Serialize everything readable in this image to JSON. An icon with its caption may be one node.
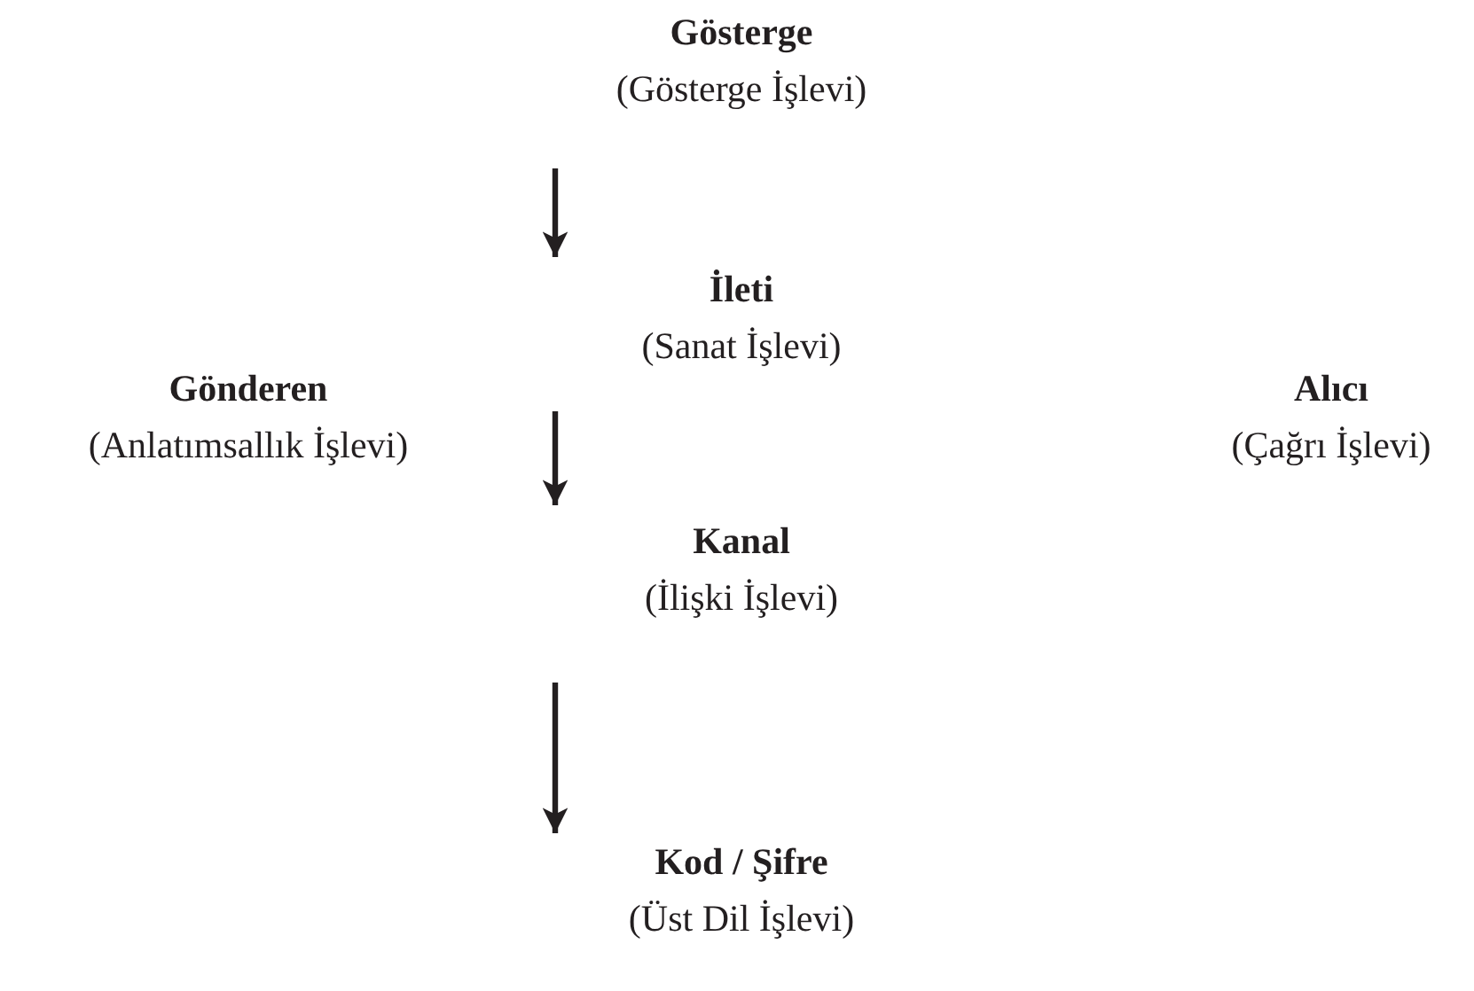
{
  "diagram": {
    "nodes": [
      {
        "text": [
          "Gösterge",
          "(Gösterge İşlevi)"
        ]
      },
      {
        "text": [
          "İleti",
          "(Sanat İşlevi)"
        ]
      },
      {
        "text": [
          "Gönderen",
          "(Anlatımsallık İşlevi)"
        ]
      },
      {
        "text": [
          "Alıcı",
          "(Çağrı İşlevi)"
        ]
      },
      {
        "text": [
          "Kanal",
          "(İlişki İşlevi)"
        ]
      },
      {
        "text": [
          "Kod / Şifre",
          "(Üst Dil İşlevi)"
        ]
      }
    ],
    "edges": [
      {
        "from": 0,
        "to": 1,
        "arrow": "to"
      },
      {
        "from": 1,
        "to": 4,
        "arrow": "to"
      },
      {
        "from": 4,
        "to": 5,
        "arrow": "to"
      }
    ]
  }
}
